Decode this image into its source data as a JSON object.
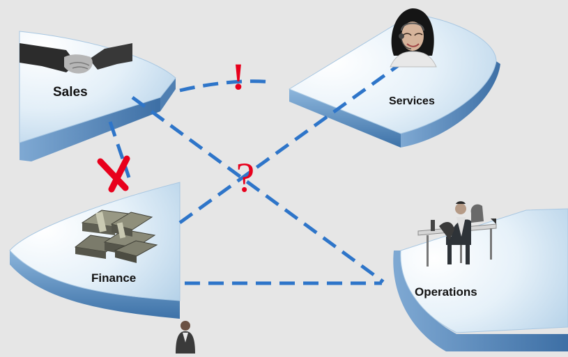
{
  "departments": {
    "sales": {
      "label": "Sales",
      "image": "handshake-icon"
    },
    "services": {
      "label": "Services",
      "image": "headset-agent-icon"
    },
    "finance": {
      "label": "Finance",
      "image": "money-stack-icon"
    },
    "operations": {
      "label": "Operations",
      "image": "office-desk-worker-icon"
    }
  },
  "marks": {
    "exclamation": "!",
    "question": "?",
    "cross": "✗"
  },
  "colors": {
    "background": "#e6e6e6",
    "slice_top": "#d4e7f4",
    "slice_side": "#5a8fc0",
    "connector": "#2e75c9",
    "mark": "#e8001c"
  }
}
